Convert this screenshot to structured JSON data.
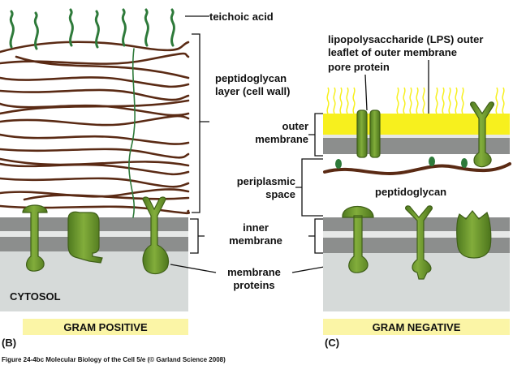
{
  "labels": {
    "teichoic_acid": "teichoic acid",
    "peptidoglycan_layer": [
      "peptidoglycan",
      "layer (cell wall)"
    ],
    "inner_membrane": [
      "inner",
      "membrane"
    ],
    "membrane_proteins": [
      "membrane",
      "proteins"
    ],
    "cytosol": "CYTOSOL",
    "lps": [
      "lipopolysaccharide (LPS) outer",
      "leaflet of outer membrane"
    ],
    "pore_protein": "pore protein",
    "outer_membrane": [
      "outer",
      "membrane"
    ],
    "periplasmic_space": [
      "periplasmic",
      "space"
    ],
    "peptidoglycan": "peptidoglycan"
  },
  "panels": {
    "left_letter": "(B)",
    "left_banner": "GRAM POSITIVE",
    "right_letter": "(C)",
    "right_banner": "GRAM NEGATIVE"
  },
  "caption": "Figure 24-4bc  Molecular Biology of the Cell 5/e (© Garland Science 2008)",
  "colors": {
    "membrane_gray": "#8c8e8d",
    "membrane_light": "#e6e8e7",
    "cytosol": "#d6dad9",
    "protein_green": "#6f9a2f",
    "protein_edge": "#3f5f18",
    "peptidoglycan_brown": "#5a2a14",
    "teichoic_green": "#2e7a3a",
    "lps_yellow": "#f7f01e",
    "banner_yellow": "#fbf5a6",
    "lead_line": "#111111"
  }
}
